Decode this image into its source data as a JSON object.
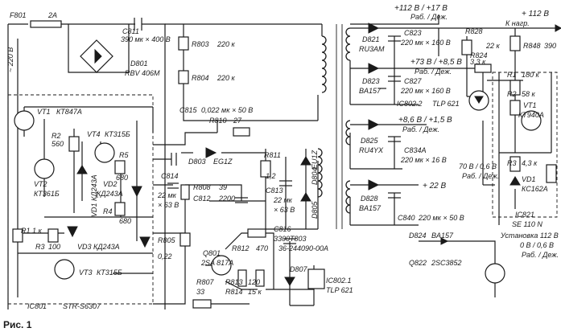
{
  "figure": {
    "caption": "Рис. 1"
  },
  "labels": {
    "f801": "F801",
    "f801_rating": "2A",
    "mains": "~ 220 В",
    "c811": "C811",
    "c811_value": "390 мк × 400 В",
    "d801": "D801",
    "d801_type": "RBV 406M",
    "r803": "R803",
    "r803_value": "220 к",
    "r804": "R804",
    "r804_value": "220 к",
    "vt1": "VT1",
    "vt1_type": "КТ847А",
    "r2": "R2",
    "r2_value": "560",
    "vt2": "VT2",
    "vt2_type": "КТ361Б",
    "vt4": "VT4",
    "vt4_type": "КТ315Б",
    "r5": "R5",
    "r5_value": "680",
    "vd2": "VD2",
    "vd2_type": "КД243А",
    "vd1": "VD1",
    "vd1_type": "КД243А",
    "r4": "R4",
    "r4_value": "680",
    "c815": "C815",
    "c815_value": "0,022 мк × 50 В",
    "r810": "R810",
    "r810_value": "27",
    "d803": "D803",
    "d803_type": "EG1Z",
    "c814": "C814",
    "c814_value_1": "22 мк",
    "c814_value_2": "× 63 В",
    "r808": "R808",
    "r808_value": "39",
    "c812": "C812",
    "c812_value": "2200",
    "r811": "R811",
    "r811_value": "1,2",
    "c813": "C813",
    "c813_value_1": "22 мк",
    "c813_value_2": "× 63 В",
    "d804": "D804",
    "d804_type": "EU1Z",
    "d805": "D805",
    "c816": "C816",
    "c816_value": "3300",
    "r1": "R1",
    "r1_value": "1 к",
    "r3": "R3",
    "r3_value": "100",
    "vd3": "VD3",
    "vd3_type": "КД243А",
    "vt3": "VT3",
    "vt3_type": "КТ315Б",
    "r805": "R805",
    "r805_value": "0,22",
    "q801": "Q801",
    "q801_type": "2SA 817A",
    "r812": "R812",
    "r812_value": "470",
    "r813": "R813",
    "r813_value": "120",
    "r814": "R814",
    "r814_value": "15 к",
    "r807": "R807",
    "r807_value": "33",
    "ic801": "IC801",
    "ic801_type": "STR-S6307",
    "t803": "T803",
    "t803_type": "36-244090-00A",
    "d807": "D807",
    "ic802_1": "IC802.1",
    "ic802_type": "TLP 621",
    "out_112_17": "+112 В / +17 В",
    "mode_work_standby": "Раб. / Деж.",
    "d821": "D821",
    "d821_type": "RU3AM",
    "c823": "C823",
    "c823_value": "220 мк × 160 В",
    "d823": "D823",
    "d823_type": "BA157",
    "out_73_85": "+73 В / +8,5 В",
    "mode_work_standby_2": "Раб. / Деж.",
    "c827": "C827",
    "c827_value": "220 мк × 160 В",
    "ic802_2": "IC802.2",
    "ic802_2_type": "TLP 621",
    "r828": "R828",
    "r828_value": "22 к",
    "r824": "R824",
    "r824_value": "3,3 к",
    "to_load": "К нагр.",
    "r848": "R848",
    "r848_value": "390",
    "out_112": "+ 112 В",
    "out_86_15": "+8,6 В / +1,5 В",
    "mode_work_standby_3": "Раб. / Деж.",
    "d825": "D825",
    "d825_type": "RU4YX",
    "c834a": "C834A",
    "c834a_value": "220 мк × 16 В",
    "out_22": "+ 22 В",
    "d828": "D828",
    "d828_type": "BA157",
    "c840": "C840",
    "c840_value": "220 мк × 50 В",
    "r1_right": "R1",
    "r1_right_value": "180 к",
    "r2_right": "R2",
    "r2_right_value": "58 к",
    "vt1_right": "VT1",
    "vt1_right_type": "КТ940А",
    "r3_right": "R3",
    "r3_right_value": "4,3 к",
    "vd1_right": "VD1",
    "vd1_right_type": "КС162А",
    "note_70_06": "70 В / 0,6 В",
    "mode_work_standby_4": "Раб. / Деж.",
    "ic821": "IC821",
    "ic821_type": "SE 110 N",
    "setting": "Установка 112 В",
    "setting_values": "0 В / 0,6 В",
    "mode_work_standby_5": "Раб. / Деж.",
    "d824": "D824",
    "d824_type": "BA157",
    "q822": "Q822",
    "q822_type": "2SC3852"
  }
}
